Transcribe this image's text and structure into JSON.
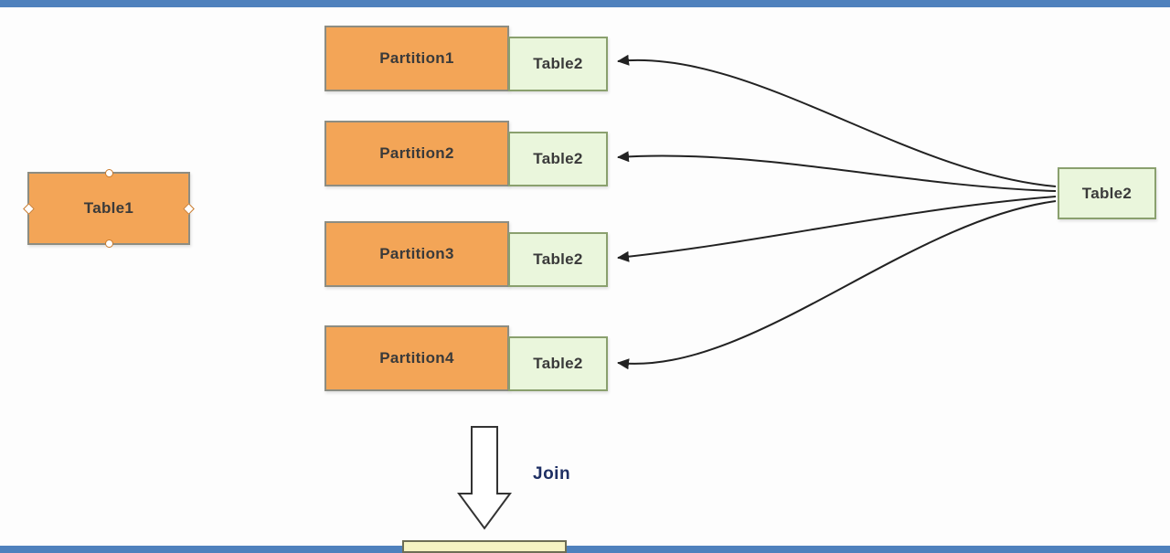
{
  "diagram": {
    "table1": {
      "label": "Table1"
    },
    "partitions": [
      {
        "label": "Partition1",
        "attached_label": "Table2"
      },
      {
        "label": "Partition2",
        "attached_label": "Table2"
      },
      {
        "label": "Partition3",
        "attached_label": "Table2"
      },
      {
        "label": "Partition4",
        "attached_label": "Table2"
      }
    ],
    "broadcast_table": {
      "label": "Table2"
    },
    "join_label": "Join",
    "colors": {
      "accent_bar": "#4f81bd",
      "partition_fill": "#f3a557",
      "table2_fill": "#eaf6dc",
      "result_fill": "#f6f3c2",
      "arrow": "#222222",
      "join_text": "#1e2f63"
    }
  }
}
